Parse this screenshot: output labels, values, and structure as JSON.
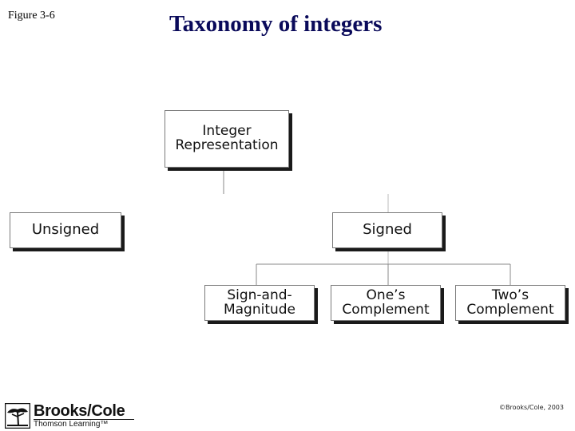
{
  "figure_label": "Figure 3-6",
  "title": "Taxonomy of integers",
  "nodes": {
    "root": {
      "line1": "Integer",
      "line2": "Representation"
    },
    "unsigned": {
      "label": "Unsigned"
    },
    "signed": {
      "label": "Signed"
    },
    "sign_and_magnitude": {
      "line1": "Sign-and-",
      "line2": "Magnitude"
    },
    "ones_complement": {
      "line1": "One’s",
      "line2": "Complement"
    },
    "twos_complement": {
      "line1": "Two’s",
      "line2": "Complement"
    }
  },
  "footer": {
    "publisher": "Brooks/Cole",
    "publisher_sub": "Thomson Learning™",
    "copyright": "©Brooks/Cole, 2003"
  },
  "colors": {
    "title": "#0a0a5a",
    "box_shadow": "#1a1a1a",
    "connector": "#888888"
  }
}
